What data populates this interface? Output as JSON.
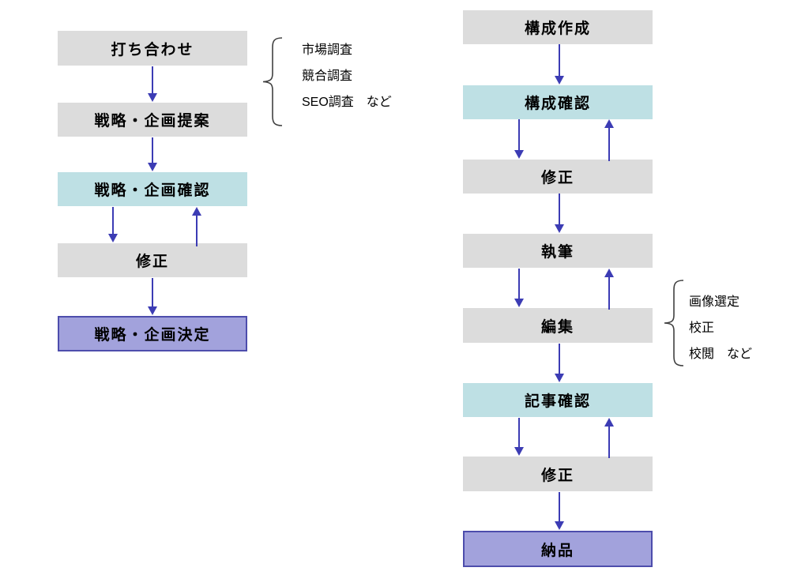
{
  "colors": {
    "background": "#ffffff",
    "text": "#000000",
    "box_gray": "#dcdcdc",
    "box_teal": "#bee0e4",
    "box_purple": "#a2a2dc",
    "box_purple_border": "#4d4dac",
    "arrow": "#3c3cb4",
    "brace": "#404040"
  },
  "icons": {
    "arrow_down": "▼",
    "arrow_up": "▲",
    "brace": "{"
  },
  "flows": {
    "left": {
      "steps": [
        {
          "label": "打ち合わせ",
          "type": "gray"
        },
        {
          "label": "戦略・企画提案",
          "type": "gray"
        },
        {
          "label": "戦略・企画確認",
          "type": "teal"
        },
        {
          "label": "修正",
          "type": "gray"
        },
        {
          "label": "戦略・企画決定",
          "type": "purple"
        }
      ],
      "annotation": {
        "items": [
          "市場調査",
          "競合調査",
          "SEO調査　など"
        ]
      }
    },
    "right": {
      "steps": [
        {
          "label": "構成作成",
          "type": "gray"
        },
        {
          "label": "構成確認",
          "type": "teal"
        },
        {
          "label": "修正",
          "type": "gray"
        },
        {
          "label": "執筆",
          "type": "gray"
        },
        {
          "label": "編集",
          "type": "gray"
        },
        {
          "label": "記事確認",
          "type": "teal"
        },
        {
          "label": "修正",
          "type": "gray"
        },
        {
          "label": "納品",
          "type": "purple"
        }
      ],
      "annotation": {
        "items": [
          "画像選定",
          "校正",
          "校閲　など"
        ]
      }
    }
  }
}
